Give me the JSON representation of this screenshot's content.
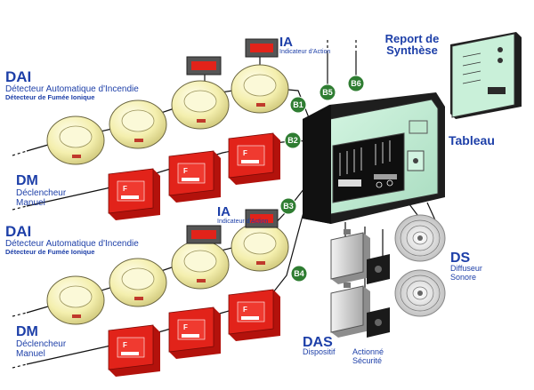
{
  "labels": {
    "dai_top": {
      "title": "DAI",
      "line1": "Détecteur Automatique d'Incendie",
      "line2": "Détecteur de Fumée Ionique"
    },
    "dai_mid": {
      "title": "DAI",
      "line1": "Détecteur Automatique d'Incendie",
      "line2": "Détecteur de Fumée Ionique"
    },
    "dm_top": {
      "title": "DM",
      "line1": "Déclencheur",
      "line2": "Manuel"
    },
    "dm_bot": {
      "title": "DM",
      "line1": "Déclencheur",
      "line2": "Manuel"
    },
    "ia_top": {
      "title": "IA",
      "line1": "Indicateur d'Action"
    },
    "ia_mid": {
      "title": "IA",
      "line1": "Indicateur d'Action"
    },
    "report": {
      "line1": "Report de",
      "line2": "Synthèse"
    },
    "tableau": "Tableau",
    "ds": {
      "title": "DS",
      "line1": "Diffuseur",
      "line2": "Sonore"
    },
    "das": {
      "title": "DAS",
      "line1": "Dispositif",
      "line2": "Actionné",
      "line3": "Sécurité"
    }
  },
  "buses": [
    "B1",
    "B2",
    "B3",
    "B4",
    "B5",
    "B6"
  ],
  "manual_call_point_letter": "F",
  "colors": {
    "label_blue": "#1d3fa8",
    "bus_green": "#2f7d32",
    "panel_green": "#c9f0d9",
    "call_point_red": "#e2231a",
    "detector_yellow": "#f7f3b8",
    "cable": "#111111"
  },
  "icons": {
    "detector": "smoke-detector-icon",
    "call_point": "manual-call-point-icon",
    "indicator": "action-indicator-icon",
    "siren": "siren-icon",
    "das": "das-module-icon"
  }
}
